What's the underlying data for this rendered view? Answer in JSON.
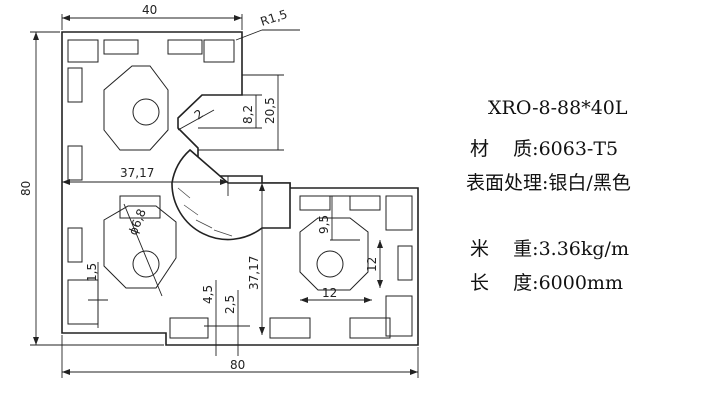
{
  "specs": {
    "model": "XRO-8-88*40L",
    "material_label": "材    质",
    "material_value": ":6063-T5",
    "surface_label": "表面处理",
    "surface_value": ":银白/黑色",
    "weight_label": "米    重",
    "weight_value": ":3.36kg/m",
    "length_label": "长    度",
    "length_value": ":6000mm"
  },
  "dimensions": {
    "top_width": "40",
    "bottom_width": "80",
    "left_height": "80",
    "corner_radius": "R1,5",
    "slot_8_2": "8,2",
    "slot_20_5": "20,5",
    "small_2": "2",
    "horizontal_37_17": "37,17",
    "vertical_37_17": "37,17",
    "hole_diameter": "ϕ6,8",
    "dim_9_5": "9,5",
    "dim_12_vertical": "12",
    "dim_12_horizontal": "12",
    "dim_1_5": "1,5",
    "dim_4_5": "4,5",
    "dim_2_5": "2,5"
  }
}
